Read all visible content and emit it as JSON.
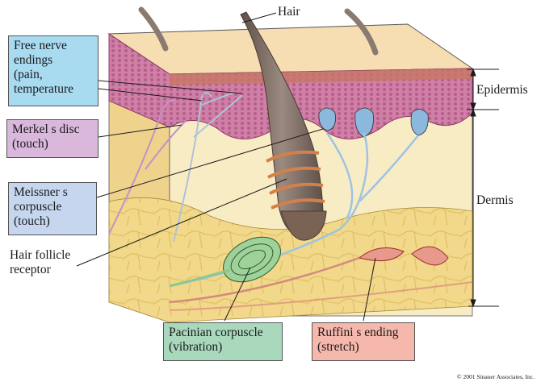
{
  "labels": {
    "hair": "Hair",
    "epidermis": "Epidermis",
    "dermis": "Dermis",
    "free_nerve": "Free nerve\nendings\n(pain,\ntemperature",
    "merkel": "Merkel s disc\n(touch)",
    "meissner": "Meissner s\ncorpuscle\n(touch)",
    "hair_follicle": "Hair follicle\nreceptor",
    "pacinian": "Pacinian corpuscle\n(vibration)",
    "ruffini": "Ruffini s ending\n(stretch)"
  },
  "copyright": "© 2001 Sinauer Associates, Inc.",
  "colors": {
    "free_nerve_box": "#a8daf0",
    "merkel_box": "#d9b8dc",
    "meissner_box": "#c5d6ee",
    "pacinian_box": "#a9d8bd",
    "ruffini_box": "#f6b7ac",
    "skin_surface": "#f6ddb2",
    "epidermis": "#d07fa6",
    "dermis": "#f8ecc4",
    "fat": "#f1d88a",
    "hair": "#7a6a60"
  }
}
